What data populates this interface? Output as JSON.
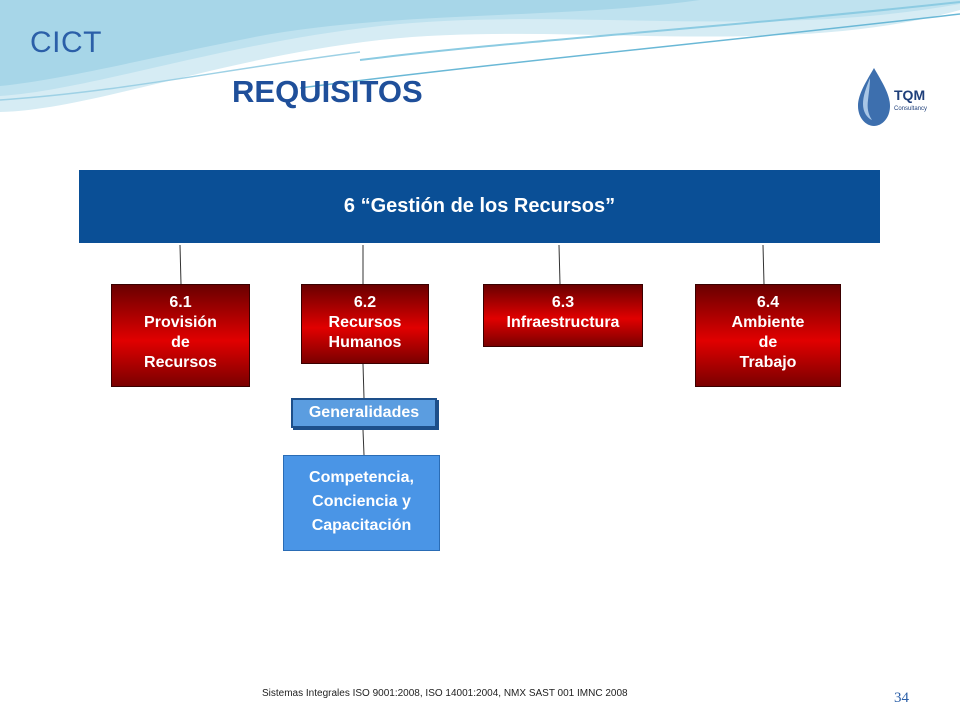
{
  "brand": "CICT",
  "title": "REQUISITOS",
  "logo": {
    "text": "TQM",
    "subtext": "Consultancy"
  },
  "header": "6 “Gestión de los Recursos”",
  "boxes": [
    {
      "lines": [
        "6.1",
        "Provisión",
        "de",
        "Recursos"
      ]
    },
    {
      "lines": [
        "6.2",
        "Recursos",
        "Humanos"
      ]
    },
    {
      "lines": [
        "6.3",
        "Infraestructura"
      ]
    },
    {
      "lines": [
        "6.4",
        "Ambiente",
        "de",
        "Trabajo"
      ]
    }
  ],
  "generalidades": "Generalidades",
  "competencia": {
    "lines": [
      "Competencia,",
      "Conciencia y",
      "Capacitación"
    ]
  },
  "footer": "Sistemas Integrales ISO 9001:2008, ISO 14001:2004, NMX SAST 001 IMNC 2008",
  "page_number": "34",
  "colors": {
    "header": "#0a4f96",
    "red": "#c00000",
    "light_blue": "#4a95e6",
    "title": "#1f4f9a"
  }
}
